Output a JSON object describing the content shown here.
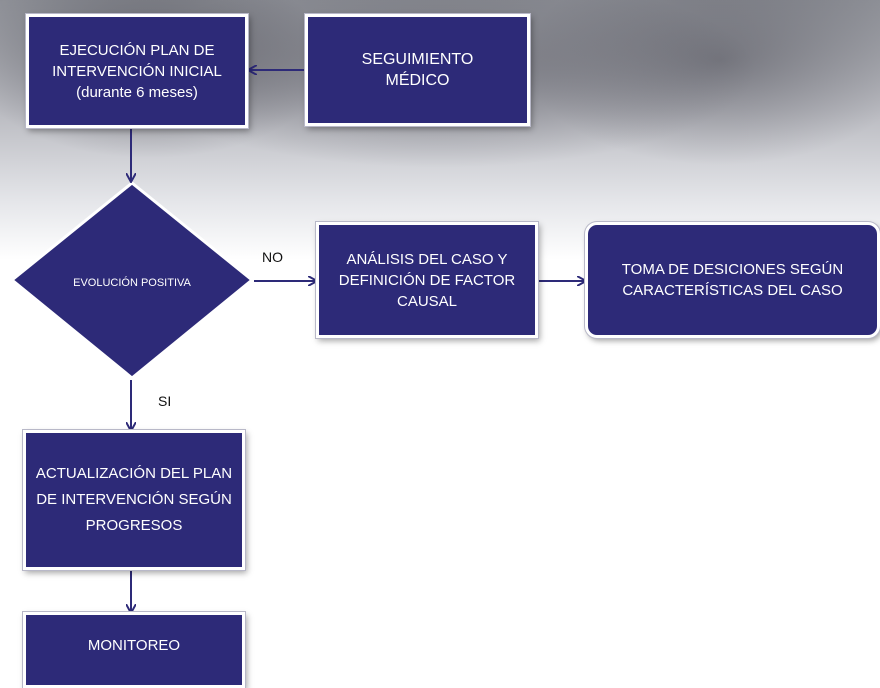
{
  "nodes": {
    "ejecucion": "EJECUCIÓN PLAN DE INTERVENCIÓN INICIAL (durante 6 meses)",
    "seguimiento": "SEGUIMIENTO MÉDICO",
    "evolucion": "EVOLUCIÓN POSITIVA",
    "analisis": "ANÁLISIS DEL CASO Y DEFINICIÓN DE FACTOR CAUSAL",
    "toma": "TOMA DE DESICIONES SEGÚN CARACTERÍSTICAS DEL CASO",
    "actualizacion": "ACTUALIZACIÓN DEL PLAN DE INTERVENCIÓN SEGÚN PROGRESOS",
    "monitoreo": "MONITOREO"
  },
  "edge_labels": {
    "no": "NO",
    "si": "SI"
  },
  "colors": {
    "node_fill": "#2d2a78",
    "node_border": "#ffffff",
    "connector": "#2d2a78"
  }
}
